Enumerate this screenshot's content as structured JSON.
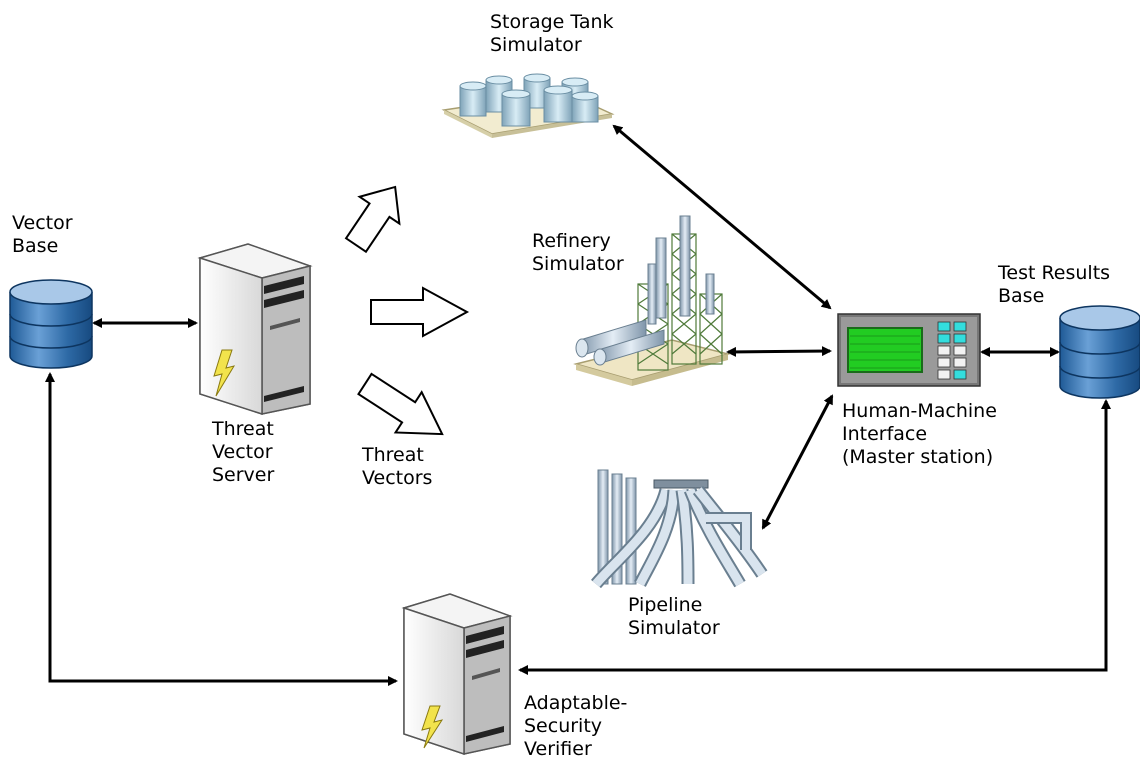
{
  "labels": {
    "vector_base": [
      "Vector",
      "Base"
    ],
    "threat_vector_server": [
      "Threat",
      "Vector",
      "Server"
    ],
    "threat_vectors": [
      "Threat",
      "Vectors"
    ],
    "storage_tank_simulator": [
      "Storage Tank",
      "Simulator"
    ],
    "refinery_simulator": [
      "Refinery",
      "Simulator"
    ],
    "pipeline_simulator": [
      "Pipeline",
      "Simulator"
    ],
    "hmi": [
      "Human-Machine",
      "Interface",
      "(Master station)"
    ],
    "test_results_base": [
      "Test Results",
      "Base"
    ],
    "verifier": [
      "Adaptable-",
      "Security",
      "Verifier"
    ]
  },
  "colors": {
    "db_blue": "#2e6aa6",
    "db_light": "#a9c8e8",
    "server_body": "#eeeeee",
    "lightning": "#f2e34c",
    "hmi_screen": "#22cc22",
    "hmi_keys": "#33dddd",
    "pipe": "#b9c9d8",
    "tank": "#a8c8d8"
  }
}
